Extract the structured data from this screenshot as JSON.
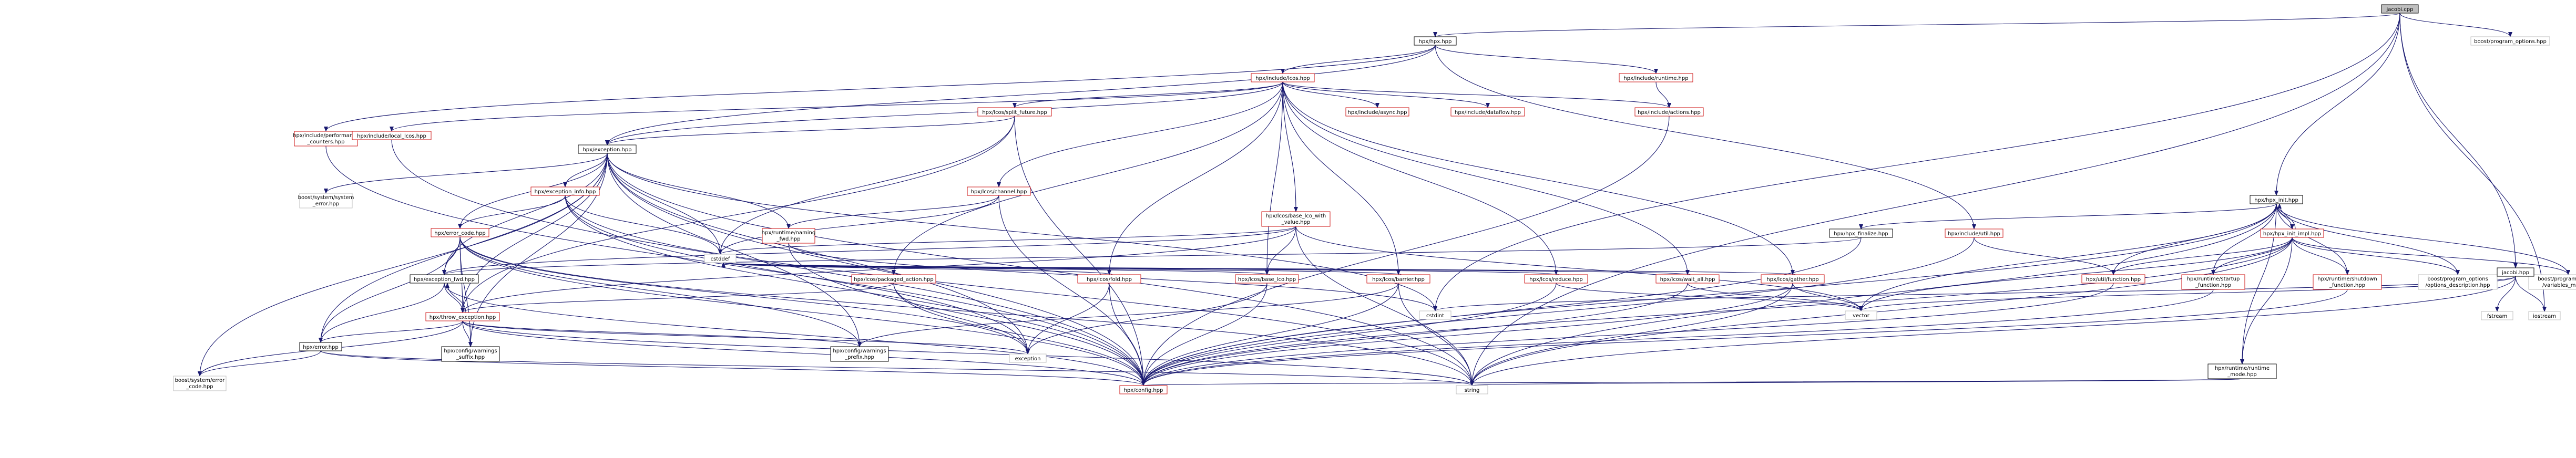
{
  "title": "jacobi.cpp",
  "colors": {
    "edge": "#191970",
    "node_border_black": "#000000",
    "node_border_red": "#cc1111",
    "node_border_grey": "#bfbfbf",
    "root_fill": "#bfbfbf",
    "text": "#000000"
  },
  "nodes": [
    {
      "id": "jacobi_cpp",
      "lines": [
        "jacobi.cpp"
      ],
      "style": "root"
    },
    {
      "id": "hpx_hpp",
      "lines": [
        "hpx/hpx.hpp"
      ],
      "style": "black"
    },
    {
      "id": "boost_po",
      "lines": [
        "boost/program_options.hpp"
      ],
      "style": "grey"
    },
    {
      "id": "lcos_hpp",
      "lines": [
        "hpx/include/lcos.hpp"
      ],
      "style": "red"
    },
    {
      "id": "runtime_hpp",
      "lines": [
        "hpx/include/runtime.hpp"
      ],
      "style": "red"
    },
    {
      "id": "perf_counters",
      "lines": [
        "hpx/include/performance",
        "_counters.hpp"
      ],
      "style": "red"
    },
    {
      "id": "local_lcos",
      "lines": [
        "hpx/include/local_lcos.hpp"
      ],
      "style": "red"
    },
    {
      "id": "split_future",
      "lines": [
        "hpx/lcos/split_future.hpp"
      ],
      "style": "red"
    },
    {
      "id": "async_hpp",
      "lines": [
        "hpx/include/async.hpp"
      ],
      "style": "red"
    },
    {
      "id": "dataflow_hpp",
      "lines": [
        "hpx/include/dataflow.hpp"
      ],
      "style": "red"
    },
    {
      "id": "actions_hpp",
      "lines": [
        "hpx/include/actions.hpp"
      ],
      "style": "red"
    },
    {
      "id": "exception_hpp",
      "lines": [
        "hpx/exception.hpp"
      ],
      "style": "black"
    },
    {
      "id": "channel_hpp",
      "lines": [
        "hpx/lcos/channel.hpp"
      ],
      "style": "red"
    },
    {
      "id": "base_lco_with_value",
      "lines": [
        "hpx/lcos/base_lco_with",
        "_value.hpp"
      ],
      "style": "red"
    },
    {
      "id": "boost_system_error",
      "lines": [
        "boost/system/system",
        "_error.hpp"
      ],
      "style": "grey"
    },
    {
      "id": "exception_info",
      "lines": [
        "hpx/exception_info.hpp"
      ],
      "style": "red"
    },
    {
      "id": "naming_fwd",
      "lines": [
        "hpx/runtime/naming",
        "_fwd.hpp"
      ],
      "style": "red"
    },
    {
      "id": "error_code",
      "lines": [
        "hpx/error_code.hpp"
      ],
      "style": "red"
    },
    {
      "id": "exception_fwd",
      "lines": [
        "hpx/exception_fwd.hpp"
      ],
      "style": "black"
    },
    {
      "id": "throw_exception",
      "lines": [
        "hpx/throw_exception.hpp"
      ],
      "style": "red"
    },
    {
      "id": "error_hpp",
      "lines": [
        "hpx/error.hpp"
      ],
      "style": "black"
    },
    {
      "id": "boost_error_code",
      "lines": [
        "boost/system/error",
        "_code.hpp"
      ],
      "style": "grey"
    },
    {
      "id": "warnings_suffix",
      "lines": [
        "hpx/config/warnings",
        "_suffix.hpp"
      ],
      "style": "black"
    },
    {
      "id": "warnings_prefix",
      "lines": [
        "hpx/config/warnings",
        "_prefix.hpp"
      ],
      "style": "black"
    },
    {
      "id": "config_hpp",
      "lines": [
        "hpx/config.hpp"
      ],
      "style": "red"
    },
    {
      "id": "packaged_action",
      "lines": [
        "hpx/lcos/packaged_action.hpp"
      ],
      "style": "red"
    },
    {
      "id": "fold_hpp",
      "lines": [
        "hpx/lcos/fold.hpp"
      ],
      "style": "red"
    },
    {
      "id": "base_lco",
      "lines": [
        "hpx/lcos/base_lco.hpp"
      ],
      "style": "red"
    },
    {
      "id": "barrier_hpp",
      "lines": [
        "hpx/lcos/barrier.hpp"
      ],
      "style": "red"
    },
    {
      "id": "reduce_hpp",
      "lines": [
        "hpx/lcos/reduce.hpp"
      ],
      "style": "red"
    },
    {
      "id": "wait_all",
      "lines": [
        "hpx/lcos/wait_all.hpp"
      ],
      "style": "red"
    },
    {
      "id": "gather_hpp",
      "lines": [
        "hpx/lcos/gather.hpp"
      ],
      "style": "red"
    },
    {
      "id": "hpx_finalize",
      "lines": [
        "hpx/hpx_finalize.hpp"
      ],
      "style": "black"
    },
    {
      "id": "util_hpp",
      "lines": [
        "hpx/include/util.hpp"
      ],
      "style": "red"
    },
    {
      "id": "hpx_init",
      "lines": [
        "hpx/hpx_init.hpp"
      ],
      "style": "black"
    },
    {
      "id": "hpx_init_impl",
      "lines": [
        "hpx/hpx_init_impl.hpp"
      ],
      "style": "red"
    },
    {
      "id": "function_hpp",
      "lines": [
        "hpx/util/function.hpp"
      ],
      "style": "red"
    },
    {
      "id": "startup_function",
      "lines": [
        "hpx/runtime/startup",
        "_function.hpp"
      ],
      "style": "red"
    },
    {
      "id": "shutdown_function",
      "lines": [
        "hpx/runtime/shutdown",
        "_function.hpp"
      ],
      "style": "red"
    },
    {
      "id": "runtime_mode",
      "lines": [
        "hpx/runtime/runtime",
        "_mode.hpp"
      ],
      "style": "black"
    },
    {
      "id": "options_description",
      "lines": [
        "boost/program_options",
        "/options_description.hpp"
      ],
      "style": "grey"
    },
    {
      "id": "variables_map",
      "lines": [
        "boost/program_options",
        "/variables_map.hpp"
      ],
      "style": "grey"
    },
    {
      "id": "jacobi_hpp",
      "lines": [
        "jacobi.hpp"
      ],
      "style": "black"
    },
    {
      "id": "fstream",
      "lines": [
        "fstream"
      ],
      "style": "grey"
    },
    {
      "id": "iostream",
      "lines": [
        "iostream"
      ],
      "style": "grey"
    },
    {
      "id": "cstdint",
      "lines": [
        "cstdint"
      ],
      "style": "grey"
    },
    {
      "id": "cstddef",
      "lines": [
        "cstddef"
      ],
      "style": "grey"
    },
    {
      "id": "vector",
      "lines": [
        "vector"
      ],
      "style": "grey"
    },
    {
      "id": "exception",
      "lines": [
        "exception"
      ],
      "style": "grey"
    },
    {
      "id": "string",
      "lines": [
        "string"
      ],
      "style": "grey"
    }
  ],
  "edges": [
    [
      "jacobi_cpp",
      "hpx_hpp"
    ],
    [
      "jacobi_cpp",
      "boost_po"
    ],
    [
      "jacobi_cpp",
      "hpx_init"
    ],
    [
      "jacobi_cpp",
      "jacobi_hpp"
    ],
    [
      "jacobi_cpp",
      "iostream"
    ],
    [
      "jacobi_cpp",
      "cstdint"
    ],
    [
      "jacobi_cpp",
      "string"
    ],
    [
      "hpx_hpp",
      "lcos_hpp"
    ],
    [
      "hpx_hpp",
      "runtime_hpp"
    ],
    [
      "hpx_hpp",
      "perf_counters"
    ],
    [
      "hpx_hpp",
      "exception_hpp"
    ],
    [
      "hpx_hpp",
      "util_hpp"
    ],
    [
      "lcos_hpp",
      "local_lcos"
    ],
    [
      "lcos_hpp",
      "split_future"
    ],
    [
      "lcos_hpp",
      "async_hpp"
    ],
    [
      "lcos_hpp",
      "dataflow_hpp"
    ],
    [
      "lcos_hpp",
      "actions_hpp"
    ],
    [
      "lcos_hpp",
      "exception_hpp"
    ],
    [
      "lcos_hpp",
      "channel_hpp"
    ],
    [
      "lcos_hpp",
      "base_lco_with_value"
    ],
    [
      "lcos_hpp",
      "base_lco"
    ],
    [
      "lcos_hpp",
      "packaged_action"
    ],
    [
      "lcos_hpp",
      "fold_hpp"
    ],
    [
      "lcos_hpp",
      "barrier_hpp"
    ],
    [
      "lcos_hpp",
      "reduce_hpp"
    ],
    [
      "lcos_hpp",
      "wait_all"
    ],
    [
      "lcos_hpp",
      "gather_hpp"
    ],
    [
      "runtime_hpp",
      "actions_hpp"
    ],
    [
      "perf_counters",
      "config_hpp"
    ],
    [
      "local_lcos",
      "config_hpp"
    ],
    [
      "split_future",
      "exception_hpp"
    ],
    [
      "split_future",
      "config_hpp"
    ],
    [
      "split_future",
      "throw_exception"
    ],
    [
      "split_future",
      "cstddef"
    ],
    [
      "actions_hpp",
      "config_hpp"
    ],
    [
      "exception_hpp",
      "boost_system_error"
    ],
    [
      "exception_hpp",
      "exception_info"
    ],
    [
      "exception_hpp",
      "naming_fwd"
    ],
    [
      "exception_hpp",
      "error_code"
    ],
    [
      "exception_hpp",
      "exception_fwd"
    ],
    [
      "exception_hpp",
      "throw_exception"
    ],
    [
      "exception_hpp",
      "error_hpp"
    ],
    [
      "exception_hpp",
      "cstdint"
    ],
    [
      "exception_hpp",
      "cstddef"
    ],
    [
      "exception_hpp",
      "exception"
    ],
    [
      "exception_hpp",
      "string"
    ],
    [
      "exception_hpp",
      "config_hpp"
    ],
    [
      "exception_hpp",
      "warnings_prefix"
    ],
    [
      "exception_hpp",
      "warnings_suffix"
    ],
    [
      "exception_hpp",
      "boost_error_code"
    ],
    [
      "channel_hpp",
      "naming_fwd"
    ],
    [
      "channel_hpp",
      "config_hpp"
    ],
    [
      "channel_hpp",
      "cstddef"
    ],
    [
      "base_lco_with_value",
      "exception_fwd"
    ],
    [
      "base_lco_with_value",
      "throw_exception"
    ],
    [
      "base_lco_with_value",
      "base_lco"
    ],
    [
      "base_lco_with_value",
      "cstddef"
    ],
    [
      "base_lco_with_value",
      "vector"
    ],
    [
      "base_lco_with_value",
      "string"
    ],
    [
      "exception_info",
      "error_code"
    ],
    [
      "exception_info",
      "exception"
    ],
    [
      "exception_info",
      "string"
    ],
    [
      "exception_info",
      "config_hpp"
    ],
    [
      "exception_info",
      "cstddef"
    ],
    [
      "naming_fwd",
      "config_hpp"
    ],
    [
      "naming_fwd",
      "cstdint"
    ],
    [
      "error_code",
      "exception_fwd"
    ],
    [
      "error_code",
      "error_hpp"
    ],
    [
      "error_code",
      "throw_exception"
    ],
    [
      "error_code",
      "config_hpp"
    ],
    [
      "error_code",
      "exception"
    ],
    [
      "error_code",
      "string"
    ],
    [
      "error_code",
      "warnings_prefix"
    ],
    [
      "error_code",
      "warnings_suffix"
    ],
    [
      "exception_fwd",
      "throw_exception"
    ],
    [
      "exception_fwd",
      "error_hpp"
    ],
    [
      "exception_fwd",
      "config_hpp"
    ],
    [
      "throw_exception",
      "exception_fwd"
    ],
    [
      "throw_exception",
      "error_hpp"
    ],
    [
      "throw_exception",
      "config_hpp"
    ],
    [
      "throw_exception",
      "warnings_prefix"
    ],
    [
      "throw_exception",
      "warnings_suffix"
    ],
    [
      "throw_exception",
      "exception"
    ],
    [
      "throw_exception",
      "string"
    ],
    [
      "throw_exception",
      "boost_error_code"
    ],
    [
      "error_hpp",
      "boost_error_code"
    ],
    [
      "error_hpp",
      "config_hpp"
    ],
    [
      "error_hpp",
      "string"
    ],
    [
      "packaged_action",
      "throw_exception"
    ],
    [
      "packaged_action",
      "config_hpp"
    ],
    [
      "packaged_action",
      "exception"
    ],
    [
      "fold_hpp",
      "config_hpp"
    ],
    [
      "fold_hpp",
      "cstddef"
    ],
    [
      "fold_hpp",
      "exception"
    ],
    [
      "base_lco",
      "config_hpp"
    ],
    [
      "base_lco",
      "exception"
    ],
    [
      "base_lco",
      "cstddef"
    ],
    [
      "barrier_hpp",
      "config_hpp"
    ],
    [
      "barrier_hpp",
      "cstddef"
    ],
    [
      "barrier_hpp",
      "string"
    ],
    [
      "barrier_hpp",
      "warnings_prefix"
    ],
    [
      "reduce_hpp",
      "config_hpp"
    ],
    [
      "reduce_hpp",
      "cstddef"
    ],
    [
      "reduce_hpp",
      "vector"
    ],
    [
      "wait_all",
      "config_hpp"
    ],
    [
      "wait_all",
      "cstddef"
    ],
    [
      "wait_all",
      "vector"
    ],
    [
      "gather_hpp",
      "config_hpp"
    ],
    [
      "gather_hpp",
      "cstddef"
    ],
    [
      "gather_hpp",
      "vector"
    ],
    [
      "gather_hpp",
      "string"
    ],
    [
      "hpx_finalize",
      "exception_fwd"
    ],
    [
      "hpx_finalize",
      "config_hpp"
    ],
    [
      "util_hpp",
      "function_hpp"
    ],
    [
      "util_hpp",
      "config_hpp"
    ],
    [
      "hpx_init",
      "hpx_finalize"
    ],
    [
      "hpx_init",
      "hpx_init_impl"
    ],
    [
      "hpx_init",
      "function_hpp"
    ],
    [
      "hpx_init",
      "startup_function"
    ],
    [
      "hpx_init",
      "shutdown_function"
    ],
    [
      "hpx_init",
      "runtime_mode"
    ],
    [
      "hpx_init",
      "options_description"
    ],
    [
      "hpx_init",
      "variables_map"
    ],
    [
      "hpx_init",
      "vector"
    ],
    [
      "hpx_init",
      "string"
    ],
    [
      "hpx_init",
      "config_hpp"
    ],
    [
      "hpx_init_impl",
      "hpx_init"
    ],
    [
      "hpx_init_impl",
      "function_hpp"
    ],
    [
      "hpx_init_impl",
      "startup_function"
    ],
    [
      "hpx_init_impl",
      "shutdown_function"
    ],
    [
      "hpx_init_impl",
      "runtime_mode"
    ],
    [
      "hpx_init_impl",
      "options_description"
    ],
    [
      "hpx_init_impl",
      "variables_map"
    ],
    [
      "hpx_init_impl",
      "vector"
    ],
    [
      "hpx_init_impl",
      "string"
    ],
    [
      "hpx_init_impl",
      "config_hpp"
    ],
    [
      "function_hpp",
      "config_hpp"
    ],
    [
      "startup_function",
      "config_hpp"
    ],
    [
      "shutdown_function",
      "config_hpp"
    ],
    [
      "runtime_mode",
      "config_hpp"
    ],
    [
      "runtime_mode",
      "string"
    ],
    [
      "jacobi_hpp",
      "fstream"
    ],
    [
      "jacobi_hpp",
      "iostream"
    ],
    [
      "jacobi_hpp",
      "vector"
    ],
    [
      "jacobi_hpp",
      "cstdint"
    ],
    [
      "jacobi_hpp",
      "string"
    ]
  ]
}
